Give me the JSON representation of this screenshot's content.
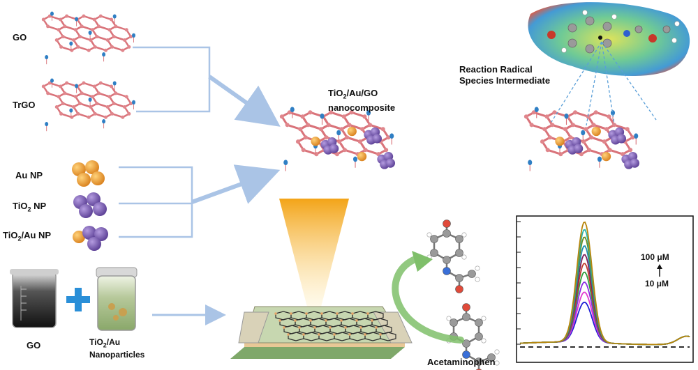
{
  "labels": {
    "go": "GO",
    "trgo": "TrGO",
    "au_np": "Au NP",
    "tio2_np_pre": "TiO",
    "tio2_np_sub": "2",
    "tio2_np_post": " NP",
    "tio2au_np_pre": "TiO",
    "tio2au_np_sub": "2",
    "tio2au_np_post": "/Au NP",
    "nanocomposite_pre": "TiO",
    "nanocomposite_sub": "2",
    "nanocomposite_post": "/Au/GO",
    "nanocomposite_line2": "nanocomposite",
    "reaction_line1": "Reaction Radical",
    "reaction_line2": "Species Intermediate",
    "go_beaker": "GO",
    "tio2au_pre": "TiO",
    "tio2au_sub": "2",
    "tio2au_post": "/Au",
    "nanoparticles": "Nanoparticles",
    "acetaminophen": "Acetaminophen",
    "conc_high": "100 μM",
    "conc_low": "10 μM",
    "plus": "+"
  },
  "colors": {
    "graphene": "#d9737a",
    "graphene_node": "#e0868c",
    "oxygen_group": "#2f7fc4",
    "au": "#e89a2e",
    "tio2": "#7a5fb0",
    "arrow": "#aac4e6",
    "green_arrow": "#7fbf6a",
    "cone": "#f6c43c"
  },
  "chart_data": {
    "type": "line",
    "title": "",
    "xlabel": "",
    "ylabel": "",
    "x": [
      0,
      0.05,
      0.1,
      0.15,
      0.2,
      0.25,
      0.3,
      0.35,
      0.4,
      0.45,
      0.5,
      0.55,
      0.6,
      0.65,
      0.7,
      0.75,
      0.8,
      0.85,
      0.9,
      0.95,
      1.0
    ],
    "ylim": [
      0,
      1
    ],
    "xlim": [
      0,
      1
    ],
    "peak_x": 0.38,
    "series": [
      {
        "color": "#1f1fd6",
        "peak": 0.32
      },
      {
        "color": "#e23ad0",
        "peak": 0.4
      },
      {
        "color": "#8a2be2",
        "peak": 0.48
      },
      {
        "color": "#2e9e3a",
        "peak": 0.56
      },
      {
        "color": "#c0392b",
        "peak": 0.63
      },
      {
        "color": "#7b1f5e",
        "peak": 0.7
      },
      {
        "color": "#1c8fb0",
        "peak": 0.77
      },
      {
        "color": "#6b8e23",
        "peak": 0.84
      },
      {
        "color": "#2bb5a8",
        "peak": 0.9
      },
      {
        "color": "#b8860b",
        "peak": 0.96
      }
    ],
    "baseline_dashed": true
  }
}
